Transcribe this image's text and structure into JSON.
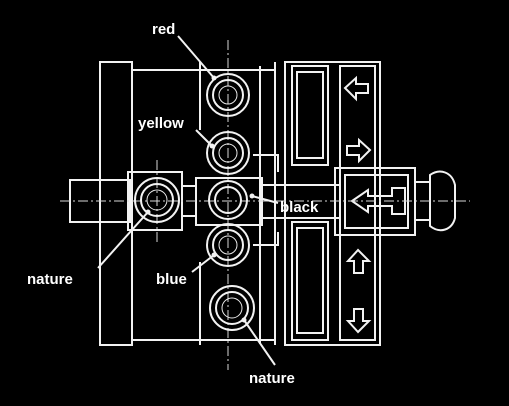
{
  "labels": {
    "red": "red",
    "yellow": "yellow",
    "black": "black",
    "nature_left": "nature",
    "blue": "blue",
    "nature_bottom": "nature"
  },
  "colors": {
    "background": "#000000",
    "line": "#f2f2f2"
  },
  "arrows": [
    "left-arrow-icon",
    "right-arrow-icon",
    "up-arrow-icon",
    "down-arrow-icon"
  ]
}
